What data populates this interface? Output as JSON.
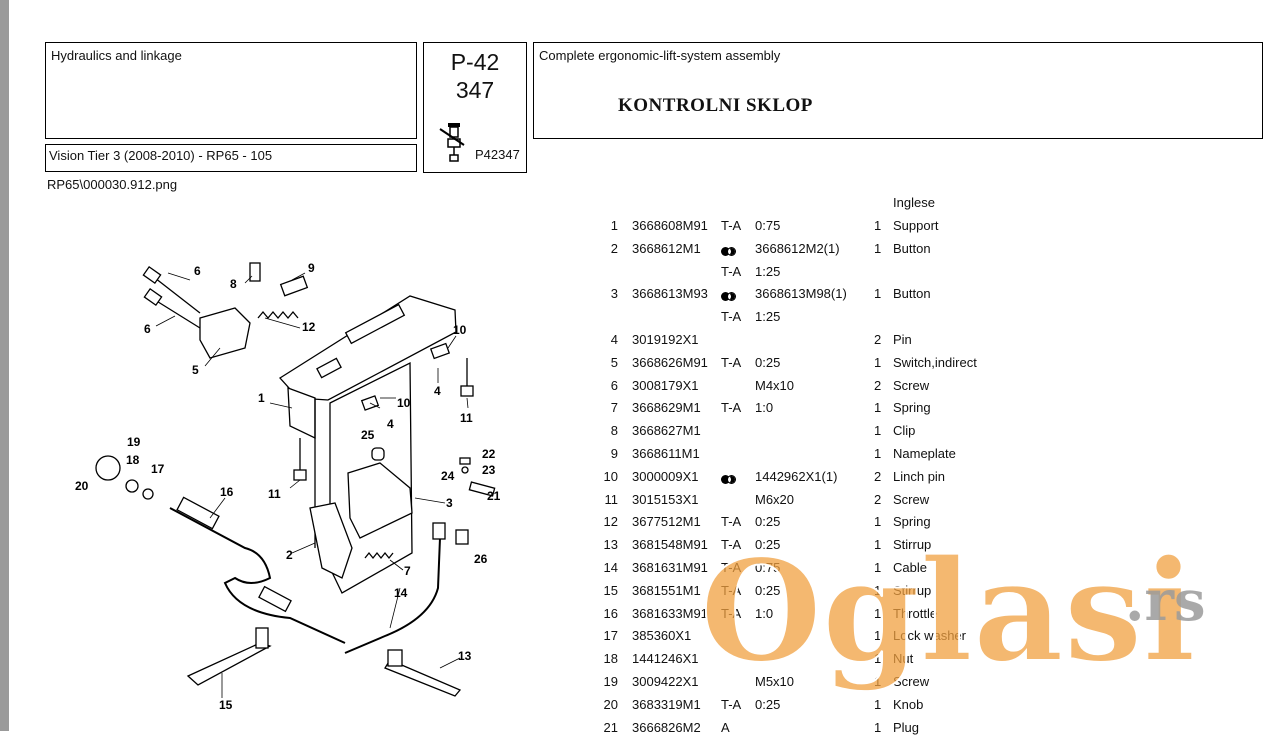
{
  "header": {
    "section": "Hydraulics and linkage",
    "model": "Vision Tier 3 (2008-2010) - RP65 - 105",
    "page_code": "P-42",
    "page_number": "347",
    "page_ref": "P42347",
    "assembly_title": "Complete ergonomic-lift-system assembly",
    "assembly_title_local": "KONTROLNI SKLOP",
    "file_name": "RP65\\000030.912.png"
  },
  "parts_table": {
    "language_header": "Inglese",
    "rows": [
      {
        "index": "1",
        "part": "3668608M91",
        "code": "T-A",
        "note": "0:75",
        "qty": "1",
        "desc": "Support"
      },
      {
        "index": "2",
        "part": "3668612M1",
        "code": "●",
        "note": "3668612M2(1)",
        "qty": "1",
        "desc": "Button"
      },
      {
        "index": "",
        "part": "",
        "code": "T-A",
        "note": "1:25",
        "qty": "",
        "desc": ""
      },
      {
        "index": "3",
        "part": "3668613M93",
        "code": "●",
        "note": "3668613M98(1)",
        "qty": "1",
        "desc": "Button"
      },
      {
        "index": "",
        "part": "",
        "code": "T-A",
        "note": "1:25",
        "qty": "",
        "desc": ""
      },
      {
        "index": "4",
        "part": "3019192X1",
        "code": "",
        "note": "",
        "qty": "2",
        "desc": "Pin"
      },
      {
        "index": "5",
        "part": "3668626M91",
        "code": "T-A",
        "note": "0:25",
        "qty": "1",
        "desc": "Switch,indirect"
      },
      {
        "index": "6",
        "part": "3008179X1",
        "code": "",
        "note": "M4x10",
        "qty": "2",
        "desc": "Screw"
      },
      {
        "index": "7",
        "part": "3668629M1",
        "code": "T-A",
        "note": "1:0",
        "qty": "1",
        "desc": "Spring"
      },
      {
        "index": "8",
        "part": "3668627M1",
        "code": "",
        "note": "",
        "qty": "1",
        "desc": "Clip"
      },
      {
        "index": "9",
        "part": "3668611M1",
        "code": "",
        "note": "",
        "qty": "1",
        "desc": "Nameplate"
      },
      {
        "index": "10",
        "part": "3000009X1",
        "code": "●",
        "note": "1442962X1(1)",
        "qty": "2",
        "desc": "Linch pin"
      },
      {
        "index": "11",
        "part": "3015153X1",
        "code": "",
        "note": "M6x20",
        "qty": "2",
        "desc": "Screw"
      },
      {
        "index": "12",
        "part": "3677512M1",
        "code": "T-A",
        "note": "0:25",
        "qty": "1",
        "desc": "Spring"
      },
      {
        "index": "13",
        "part": "3681548M91",
        "code": "T-A",
        "note": "0:25",
        "qty": "1",
        "desc": "Stirrup"
      },
      {
        "index": "14",
        "part": "3681631M91",
        "code": "T-A",
        "note": "0:75",
        "qty": "1",
        "desc": "Cable"
      },
      {
        "index": "15",
        "part": "3681551M1",
        "code": "T-A",
        "note": "0:25",
        "qty": "1",
        "desc": "Stirrup"
      },
      {
        "index": "16",
        "part": "3681633M91",
        "code": "T-A",
        "note": "1:0",
        "qty": "1",
        "desc": "Throttle"
      },
      {
        "index": "17",
        "part": "385360X1",
        "code": "",
        "note": "",
        "qty": "1",
        "desc": "Lock washer"
      },
      {
        "index": "18",
        "part": "1441246X1",
        "code": "",
        "note": "",
        "qty": "1",
        "desc": "Nut"
      },
      {
        "index": "19",
        "part": "3009422X1",
        "code": "",
        "note": "M5x10",
        "qty": "1",
        "desc": "Screw"
      },
      {
        "index": "20",
        "part": "3683319M1",
        "code": "T-A",
        "note": "0:25",
        "qty": "1",
        "desc": "Knob"
      },
      {
        "index": "21",
        "part": "3666826M2",
        "code": "A",
        "note": "",
        "qty": "1",
        "desc": "Plug"
      }
    ]
  },
  "diagram": {
    "callouts": [
      "1",
      "2",
      "3",
      "4",
      "4",
      "5",
      "6",
      "6",
      "7",
      "8",
      "9",
      "10",
      "10",
      "11",
      "11",
      "12",
      "13",
      "14",
      "15",
      "16",
      "17",
      "18",
      "19",
      "20",
      "21",
      "22",
      "23",
      "24",
      "25",
      "26"
    ]
  },
  "watermark": {
    "text_main": "Oglasi",
    "text_suffix": ".rs",
    "color": "#f0a040"
  }
}
